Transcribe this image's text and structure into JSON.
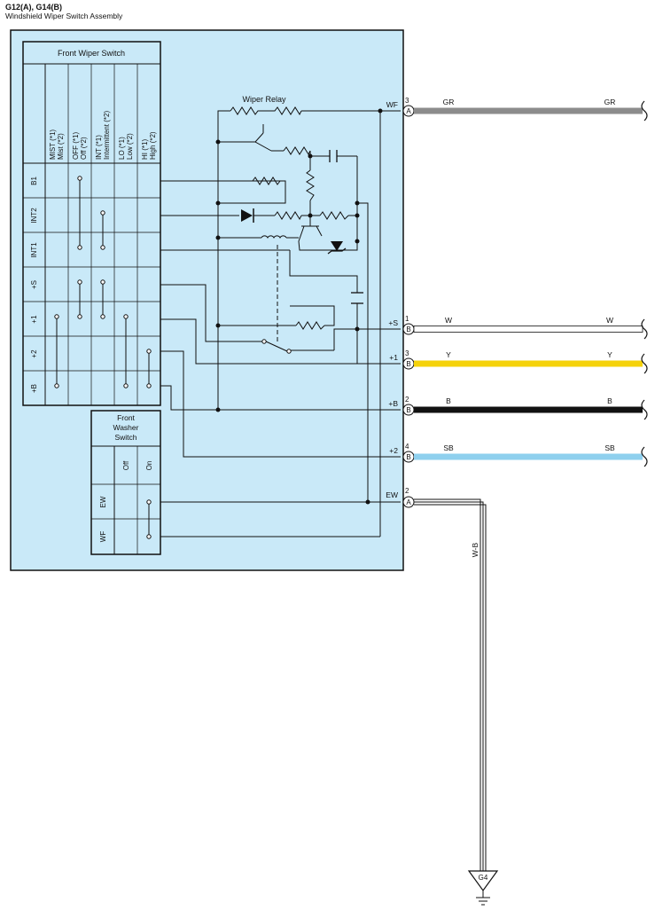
{
  "header": {
    "connector_title": "G12(A), G14(B)",
    "assembly_name": "Windshield Wiper Switch Assembly"
  },
  "wiper_switch": {
    "title": "Front Wiper Switch",
    "positions": [
      {
        "line1": "MIST (*1)",
        "line2": "Mist (*2)"
      },
      {
        "line1": "OFF (*1)",
        "line2": "Off (*2)"
      },
      {
        "line1": "INT (*1)",
        "line2": "Intermittent (*2)"
      },
      {
        "line1": "LO (*1)",
        "line2": "Low (*2)"
      },
      {
        "line1": "HI (*1)",
        "line2": "High (*2)"
      }
    ],
    "rows": [
      "B1",
      "INT2",
      "INT1",
      "+S",
      "+1",
      "+2",
      "+B"
    ]
  },
  "washer_switch": {
    "title_lines": [
      "Front",
      "Washer",
      "Switch"
    ],
    "positions": [
      "Off",
      "On"
    ],
    "rows": [
      "EW",
      "WF"
    ]
  },
  "relay_label": "Wiper Relay",
  "terminals": [
    {
      "name": "WF",
      "pin": "3",
      "connector": "A",
      "wire_color": "GR",
      "color_hex": "#8c8c8c"
    },
    {
      "name": "+S",
      "pin": "1",
      "connector": "B",
      "wire_color": "W",
      "color_hex": "#ffffff"
    },
    {
      "name": "+1",
      "pin": "3",
      "connector": "B",
      "wire_color": "Y",
      "color_hex": "#f5d20a"
    },
    {
      "name": "+B",
      "pin": "2",
      "connector": "B",
      "wire_color": "B",
      "color_hex": "#111111"
    },
    {
      "name": "+2",
      "pin": "4",
      "connector": "B",
      "wire_color": "SB",
      "color_hex": "#8fd0ee"
    },
    {
      "name": "EW",
      "pin": "2",
      "connector": "A",
      "wire_color": "W-B"
    }
  ],
  "ground_label": "G4",
  "colors": {
    "box_fill": "#c9e9f8",
    "line": "#111111"
  }
}
